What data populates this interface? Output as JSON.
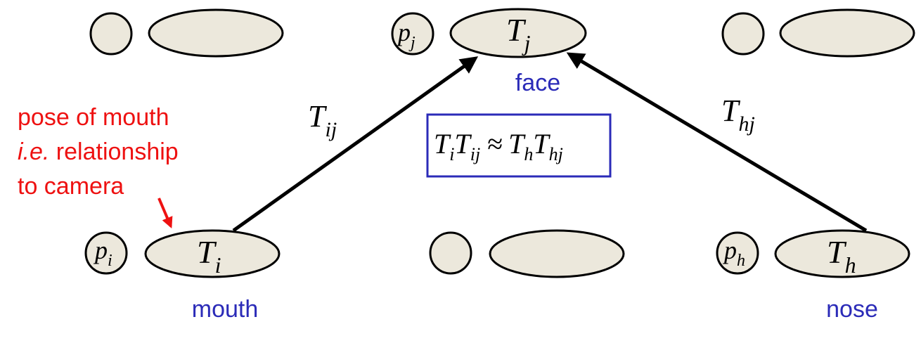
{
  "colors": {
    "node_fill": "#ece8dc",
    "node_stroke": "#000000",
    "part_label": "#2b2bb8",
    "annotation": "#ee1111",
    "equation_box": "#2b2bb8"
  },
  "top_row": {
    "left": {
      "circle_label": "",
      "ellipse_label": ""
    },
    "center": {
      "circle_label": {
        "base": "p",
        "sub": "j"
      },
      "ellipse_label": {
        "base": "T",
        "sub": "j"
      },
      "part_name": "face"
    },
    "right": {
      "circle_label": "",
      "ellipse_label": ""
    }
  },
  "bottom_row": {
    "left": {
      "circle_label": {
        "base": "p",
        "sub": "i"
      },
      "ellipse_label": {
        "base": "T",
        "sub": "i"
      },
      "part_name": "mouth"
    },
    "center": {
      "circle_label": "",
      "ellipse_label": ""
    },
    "right": {
      "circle_label": {
        "base": "p",
        "sub": "h"
      },
      "ellipse_label": {
        "base": "T",
        "sub": "h"
      },
      "part_name": "nose"
    }
  },
  "edges": {
    "mouth_to_face": {
      "base": "T",
      "sub": "ij"
    },
    "nose_to_face": {
      "base": "T",
      "sub": "hj"
    }
  },
  "equation": {
    "t1": "T",
    "s1": "i",
    "t2": "T",
    "s2": "ij",
    "op": "≈",
    "t3": "T",
    "s3": "h",
    "t4": "T",
    "s4": "hj"
  },
  "annotation": {
    "line1": "pose of mouth",
    "line2_italic": "i.e.",
    "line2_rest": " relationship",
    "line3": "to camera"
  }
}
